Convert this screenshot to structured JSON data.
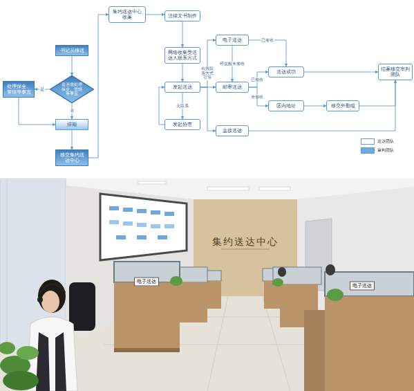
{
  "diagram": {
    "nodes": [
      {
        "text": [
          "书记员移送"
        ]
      },
      {
        "text": [
          "是否需处理保全、管辖等事宜"
        ]
      },
      {
        "text": [
          "处理保全、管辖等事宜"
        ]
      },
      {
        "text": [
          "排期"
        ]
      },
      {
        "text": [
          "移交集约送达中心"
        ]
      },
      {
        "text": [
          "集约送达中心收案"
        ]
      },
      {
        "text": [
          "法律文书制作"
        ]
      },
      {
        "text": [
          "网络收集受送达人联系方式"
        ]
      },
      {
        "text": [
          "发起送达"
        ]
      },
      {
        "text": [
          "发起协查"
        ]
      },
      {
        "text": [
          "电子送达"
        ]
      },
      {
        "text": [
          "邮寄送达"
        ]
      },
      {
        "text": [
          "直接送达"
        ]
      },
      {
        "text": [
          "送达成功"
        ]
      },
      {
        "text": [
          "区内地址"
        ]
      },
      {
        "text": [
          "移交外勤组"
        ]
      },
      {
        "text": [
          "结案移交审判团队"
        ]
      }
    ],
    "edges": [
      {
        "from": 0,
        "to": 1,
        "arrow": "to"
      },
      {
        "from": 1,
        "to": 2,
        "label": "是",
        "arrow": "to"
      },
      {
        "from": 1,
        "to": 3,
        "label": "否",
        "arrow": "to"
      },
      {
        "from": 2,
        "to": 3,
        "arrow": "to"
      },
      {
        "from": 3,
        "to": 4,
        "arrow": "to"
      },
      {
        "from": 4,
        "to": 5,
        "arrow": "to"
      },
      {
        "from": 5,
        "to": 6,
        "arrow": "to"
      },
      {
        "from": 6,
        "to": 7,
        "arrow": "to"
      },
      {
        "from": 7,
        "to": 8,
        "arrow": "to"
      },
      {
        "from": 8,
        "to": 9,
        "label": "无联系",
        "arrow": "to"
      },
      {
        "from": 9,
        "to": 8,
        "arrow": "to"
      },
      {
        "from": 8,
        "to": 10,
        "label": "有效联系方式引导",
        "arrow": "to"
      },
      {
        "from": 8,
        "to": 11,
        "arrow": "to"
      },
      {
        "from": 8,
        "to": 12,
        "arrow": "to"
      },
      {
        "from": 10,
        "to": 13,
        "label": "已签收",
        "arrow": "to"
      },
      {
        "from": 10,
        "to": 11,
        "label": "经提醒未签收",
        "arrow": "to"
      },
      {
        "from": 11,
        "to": 13,
        "label": "已签收",
        "arrow": "to"
      },
      {
        "from": 11,
        "to": 14,
        "label": "未签收",
        "arrow": "to"
      },
      {
        "from": 14,
        "to": 15,
        "arrow": "to"
      },
      {
        "from": 15,
        "to": 16,
        "arrow": "to"
      },
      {
        "from": 13,
        "to": 16,
        "arrow": "to"
      },
      {
        "from": 12,
        "to": 16,
        "arrow": "to"
      }
    ],
    "labels": [
      "集约送达中心",
      "电子送达",
      "电子送达"
    ],
    "legend": [
      {
        "text": "送达团队",
        "color": "#ffffff"
      },
      {
        "text": "审判团队",
        "color": "#6fa8dc"
      }
    ]
  }
}
